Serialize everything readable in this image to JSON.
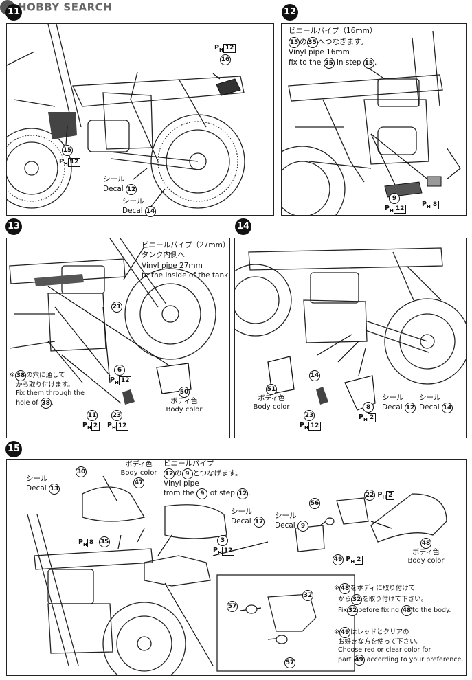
{
  "header": {
    "brand": "HOBBY SEARCH"
  },
  "steps": {
    "s11": {
      "num": "11",
      "part_top": "16",
      "ph_top": "12",
      "part_left": "15",
      "ph_left": "12",
      "decal1_ja": "シール",
      "decal1_en": "Decal",
      "decal1_num": "12",
      "decal2_ja": "シール",
      "decal2_en": "Decal",
      "decal2_num": "14"
    },
    "s12": {
      "num": "12",
      "note_ja1": "ビニールパイプ（16mm）",
      "note_ja2_a": "15",
      "note_ja2_mid": "の",
      "note_ja2_b": "35",
      "note_ja2_end": "へつなぎます。",
      "note_en1": "Vinyl pipe 16mm",
      "note_en2_a": "fix to the",
      "note_en2_b": "35",
      "note_en2_c": "in step",
      "note_en2_d": "15",
      "part_a": "9",
      "ph_a": "12",
      "ph_b": "8"
    },
    "s13": {
      "num": "13",
      "note_ja1": "ビニールパイプ（27mm）",
      "note_ja2": "タンク内側へ",
      "note_en1": "Vinyl pipe 27mm",
      "note_en2": "to the inside of the tank.",
      "part_21": "21",
      "part_6": "6",
      "ph_6": "12",
      "part_50": "50",
      "body_ja": "ボディ色",
      "body_en": "Body color",
      "hole_mark": "※",
      "hole_part": "38",
      "hole_ja1": "の穴に通して",
      "hole_ja2": "から取り付けます。",
      "hole_en1": "Fix them through the",
      "hole_en2": "hole of",
      "part_11": "11",
      "ph_11": "2",
      "part_23": "23",
      "ph_23": "12"
    },
    "s14": {
      "num": "14",
      "part_51": "51",
      "body_ja": "ボディ色",
      "body_en": "Body color",
      "part_14": "14",
      "part_23": "23",
      "ph_23": "12",
      "part_8": "8",
      "ph_8": "2",
      "decal1_ja": "シール",
      "decal1_en": "Decal",
      "decal1_num": "12",
      "decal2_ja": "シール",
      "decal2_en": "Decal",
      "decal2_num": "14"
    },
    "s15": {
      "num": "15",
      "part_30": "30",
      "body_ja": "ボディ色",
      "body_en": "Body color",
      "part_47": "47",
      "decal13_ja": "シール",
      "decal13_en": "Decal",
      "decal13_num": "13",
      "pipe_ja1": "ビニールパイプ",
      "pipe_ja2_a": "12",
      "pipe_ja2_mid": "の",
      "pipe_ja2_b": "9",
      "pipe_ja2_end": "とつなげます。",
      "pipe_en1": "Vinyl pipe",
      "pipe_en2_a": "from the",
      "pipe_en2_b": "9",
      "pipe_en2_c": "of  step",
      "pipe_en2_d": "12",
      "decal17_ja": "シール",
      "decal17_en": "Decal",
      "decal17_num": "17",
      "part_3": "3",
      "ph_3": "12",
      "ph_8": "8",
      "part_35": "35",
      "decal9_ja": "シール",
      "decal9_en": "Decal",
      "decal9_num": "9",
      "part_56": "56",
      "part_22": "22",
      "ph_22": "2",
      "part_49": "49",
      "ph_49": "2",
      "part_48": "48",
      "body2_ja": "ボディ色",
      "body2_en": "Body color",
      "part_57a": "57",
      "part_57b": "57",
      "part_32": "32",
      "note1_mark": "※",
      "note1_part": "48",
      "note1_ja1": "をボディに取り付けて",
      "note1_ja2_a": "から",
      "note1_ja2_b": "32",
      "note1_ja2_end": "を取り付けて下さい。",
      "note1_en_a": "Fix",
      "note1_en_b": "32",
      "note1_en_c": "before fixing",
      "note1_en_d": "48",
      "note1_en_e": "to the body.",
      "note2_mark": "※",
      "note2_part": "49",
      "note2_ja1": "はレッドとクリアの",
      "note2_ja2": "お好きな方を使って下さい。",
      "note2_en1": "Choose red or clear color for",
      "note2_en2_a": "part",
      "note2_en2_b": "49",
      "note2_en2_c": "according to your preference."
    }
  }
}
